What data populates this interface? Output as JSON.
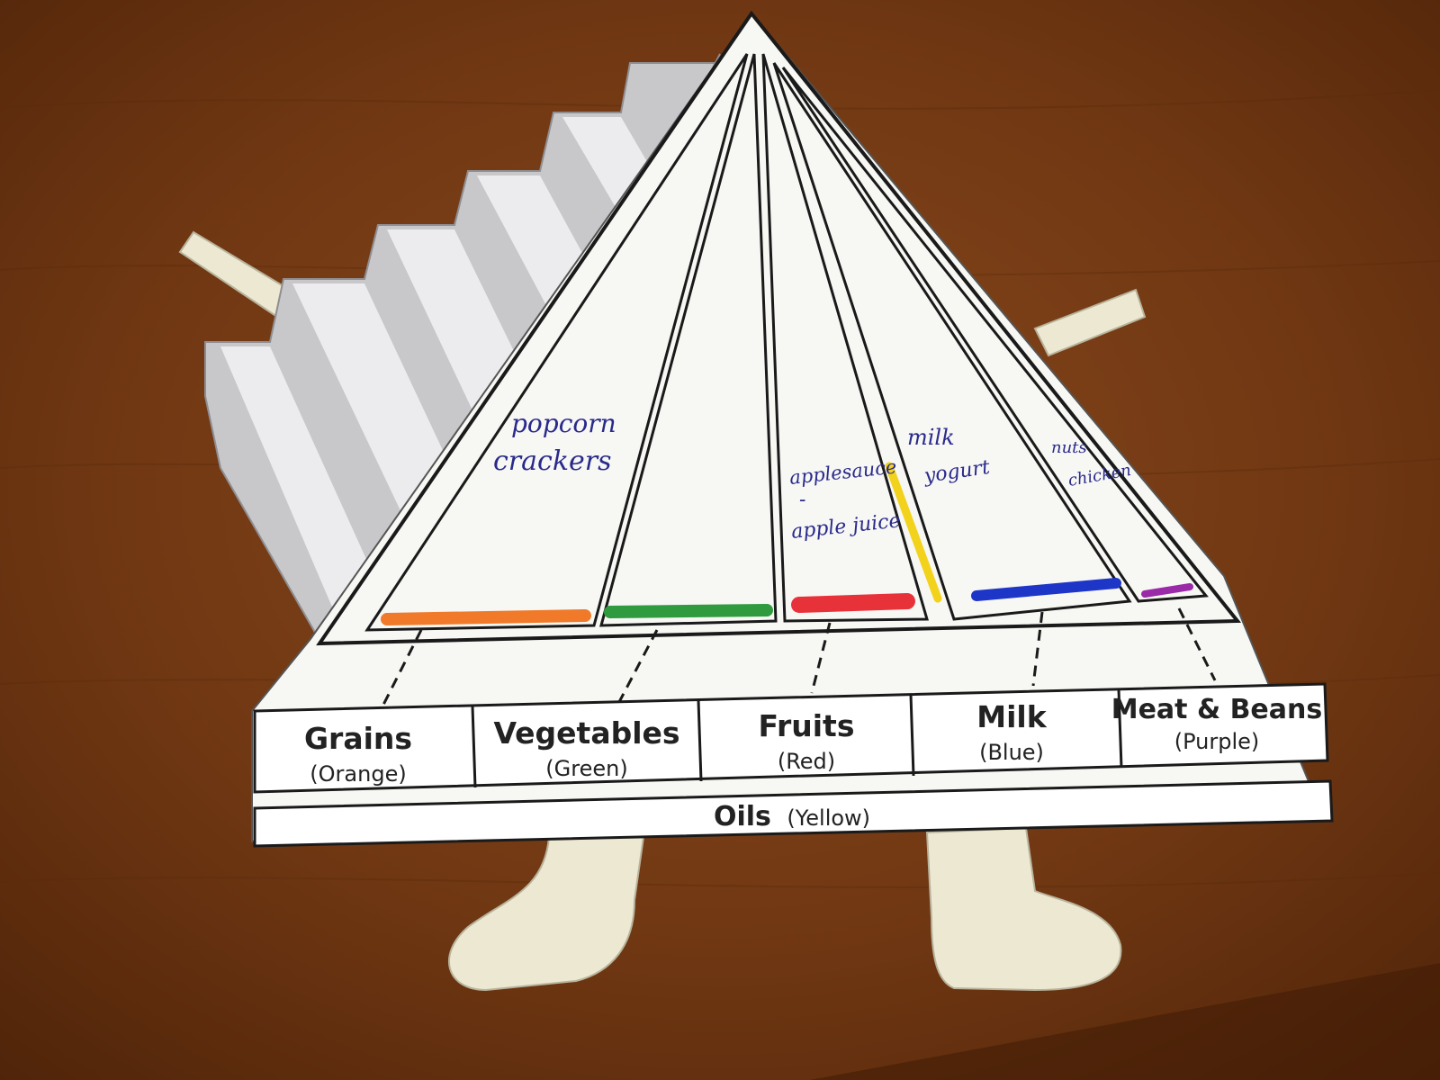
{
  "food_groups": [
    {
      "name": "Grains",
      "color_label": "(Orange)",
      "color": "#f07a2a",
      "handwritten": [
        "popcorn",
        "crackers"
      ]
    },
    {
      "name": "Vegetables",
      "color_label": "(Green)",
      "color": "#2f9a3e",
      "handwritten": []
    },
    {
      "name": "Fruits",
      "color_label": "(Red)",
      "color": "#e8323a",
      "handwritten": [
        "applesauce",
        "-",
        "apple juice"
      ]
    },
    {
      "name": "Milk",
      "color_label": "(Blue)",
      "color": "#1e36c8",
      "handwritten": [
        "milk",
        "yogurt"
      ]
    },
    {
      "name": "Meat & Beans",
      "color_label": "(Purple)",
      "color": "#9a2aa8",
      "handwritten": [
        "nuts",
        "chicken"
      ]
    }
  ],
  "oils": {
    "name": "Oils",
    "color_label": "(Yellow)",
    "color": "#f2d21a"
  },
  "colors": {
    "table": "#6b3410",
    "paper": "#f7f7f4",
    "stairs": "#c9c9cc",
    "limbs": "#ece8d2",
    "ink": "#1a1a1a"
  }
}
